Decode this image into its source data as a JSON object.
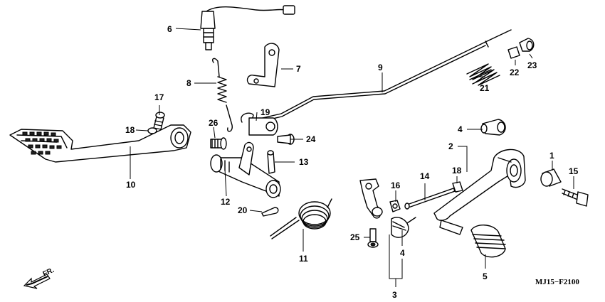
{
  "callouts": {
    "c1": "1",
    "c2": "2",
    "c3": "3",
    "c4a": "4",
    "c4b": "4",
    "c5": "5",
    "c6": "6",
    "c7": "7",
    "c8": "8",
    "c9": "9",
    "c10": "10",
    "c11": "11",
    "c12": "12",
    "c13": "13",
    "c14": "14",
    "c15": "15",
    "c16": "16",
    "c17": "17",
    "c18a": "18",
    "c18b": "18",
    "c19": "19",
    "c20": "20",
    "c21": "21",
    "c22": "22",
    "c23": "23",
    "c24": "24",
    "c25": "25",
    "c26": "26"
  },
  "direction": {
    "label": "FR."
  },
  "diagram_code": "MJ15−F2100",
  "icons": [
    "front-direction-arrow-icon"
  ],
  "colors": {
    "line": "#000000",
    "background": "#ffffff"
  }
}
